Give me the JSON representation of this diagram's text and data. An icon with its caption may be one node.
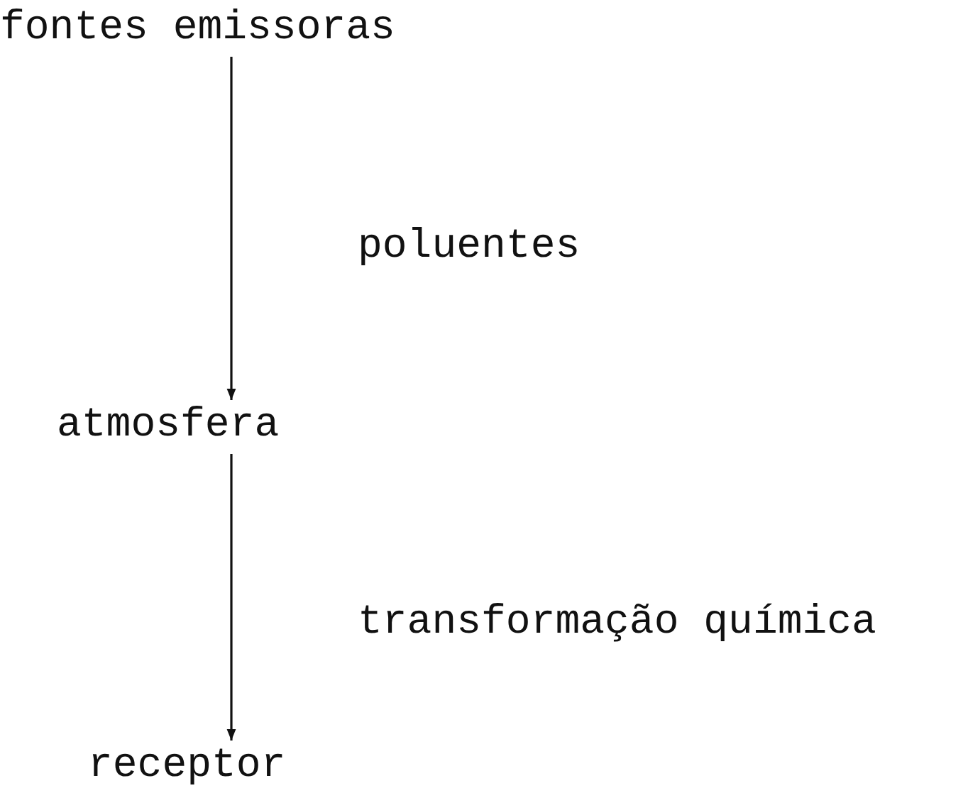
{
  "diagram": {
    "nodes": [
      {
        "text": [
          "fontes emissoras"
        ]
      },
      {
        "text": [
          "atmosfera"
        ]
      },
      {
        "text": [
          "receptor"
        ]
      }
    ],
    "edges": [
      {
        "from": 0,
        "to": 1,
        "arrow": "to",
        "label": "poluentes"
      },
      {
        "from": 1,
        "to": 2,
        "arrow": "to",
        "label": "transformação química"
      }
    ]
  }
}
